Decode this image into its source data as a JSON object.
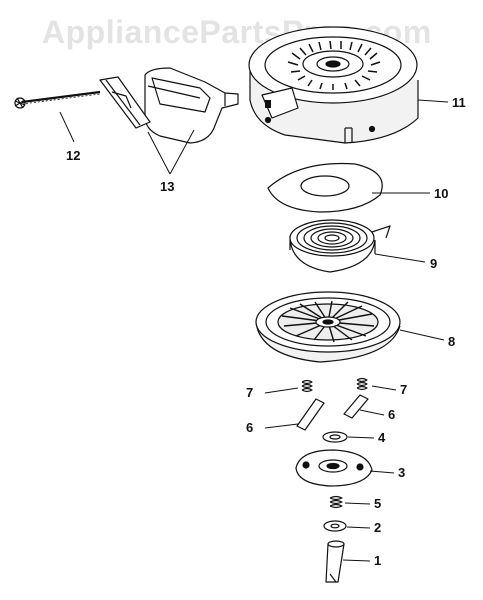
{
  "watermark": "AppliancePartsPros.com",
  "callouts": [
    "1",
    "2",
    "3",
    "4",
    "5",
    "6",
    "6",
    "7",
    "7",
    "8",
    "9",
    "10",
    "11",
    "12",
    "13"
  ]
}
